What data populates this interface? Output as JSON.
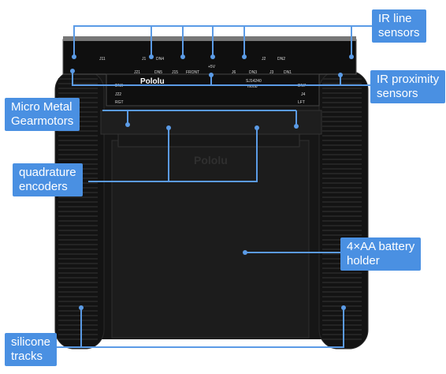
{
  "board": {
    "brand": "Pololu",
    "silk_labels": [
      "J11",
      "DN4",
      "J1",
      "J2",
      "DN2",
      "J21",
      "DN5",
      "J15",
      "FRONT",
      "J6",
      "DN3",
      "J3",
      "DN1",
      "DN6",
      "DN7",
      "J22",
      "J4",
      "RGT",
      "LFT",
      "+5V",
      "SJ14240",
      "m00b"
    ]
  },
  "battery_holder": {
    "brand": "Pololu"
  },
  "labels": {
    "ir_line": "IR line\nsensors",
    "ir_proximity": "IR proximity\nsensors",
    "gearmotors": "Micro Metal\nGearmotors",
    "encoders": "quadrature\nencoders",
    "battery": "4×AA battery\nholder",
    "tracks": "silicone\ntracks"
  },
  "colors": {
    "accent": "#4a90e2",
    "chassis": "#1a1a1a",
    "track": "#121212"
  }
}
